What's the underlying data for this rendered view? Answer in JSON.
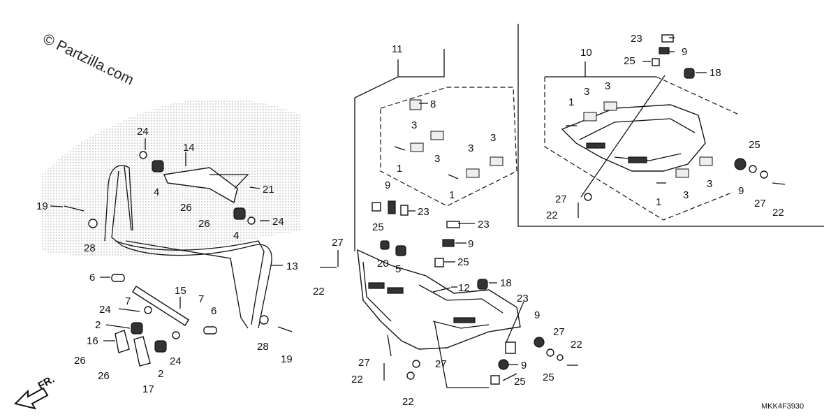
{
  "watermark": "© Partzilla.com",
  "diagram_code": "MKK4F3930",
  "front_arrow_label": "FR.",
  "callouts": {
    "c1a": "1",
    "c1b": "1",
    "c1c": "1",
    "c1d": "1",
    "c2a": "2",
    "c2b": "2",
    "c3a": "3",
    "c3b": "3",
    "c3c": "3",
    "c3d": "3",
    "c3e": "3",
    "c3f": "3",
    "c3g": "3",
    "c3h": "3",
    "c4a": "4",
    "c4b": "4",
    "c5": "5",
    "c6a": "6",
    "c6b": "6",
    "c7a": "7",
    "c7b": "7",
    "c8": "8",
    "c9a": "9",
    "c9b": "9",
    "c9c": "9",
    "c9d": "9",
    "c9e": "9",
    "c9f": "9",
    "c10": "10",
    "c11": "11",
    "c12": "12",
    "c13": "13",
    "c14": "14",
    "c15": "15",
    "c16": "16",
    "c17": "17",
    "c18a": "18",
    "c18b": "18",
    "c19a": "19",
    "c19b": "19",
    "c20": "20",
    "c21": "21",
    "c22a": "22",
    "c22b": "22",
    "c22c": "22",
    "c22d": "22",
    "c22e": "22",
    "c23a": "23",
    "c23b": "23",
    "c23c": "23",
    "c23d": "23",
    "c24a": "24",
    "c24b": "24",
    "c24c": "24",
    "c24d": "24",
    "c25a": "25",
    "c25b": "25",
    "c25c": "25",
    "c25d": "25",
    "c25e": "25",
    "c25f": "25",
    "c26a": "26",
    "c26b": "26",
    "c26c": "26",
    "c26d": "26",
    "c27a": "27",
    "c27b": "27",
    "c27c": "27",
    "c27d": "27",
    "c27e": "27",
    "c27f": "27",
    "c28a": "28",
    "c28b": "28"
  }
}
